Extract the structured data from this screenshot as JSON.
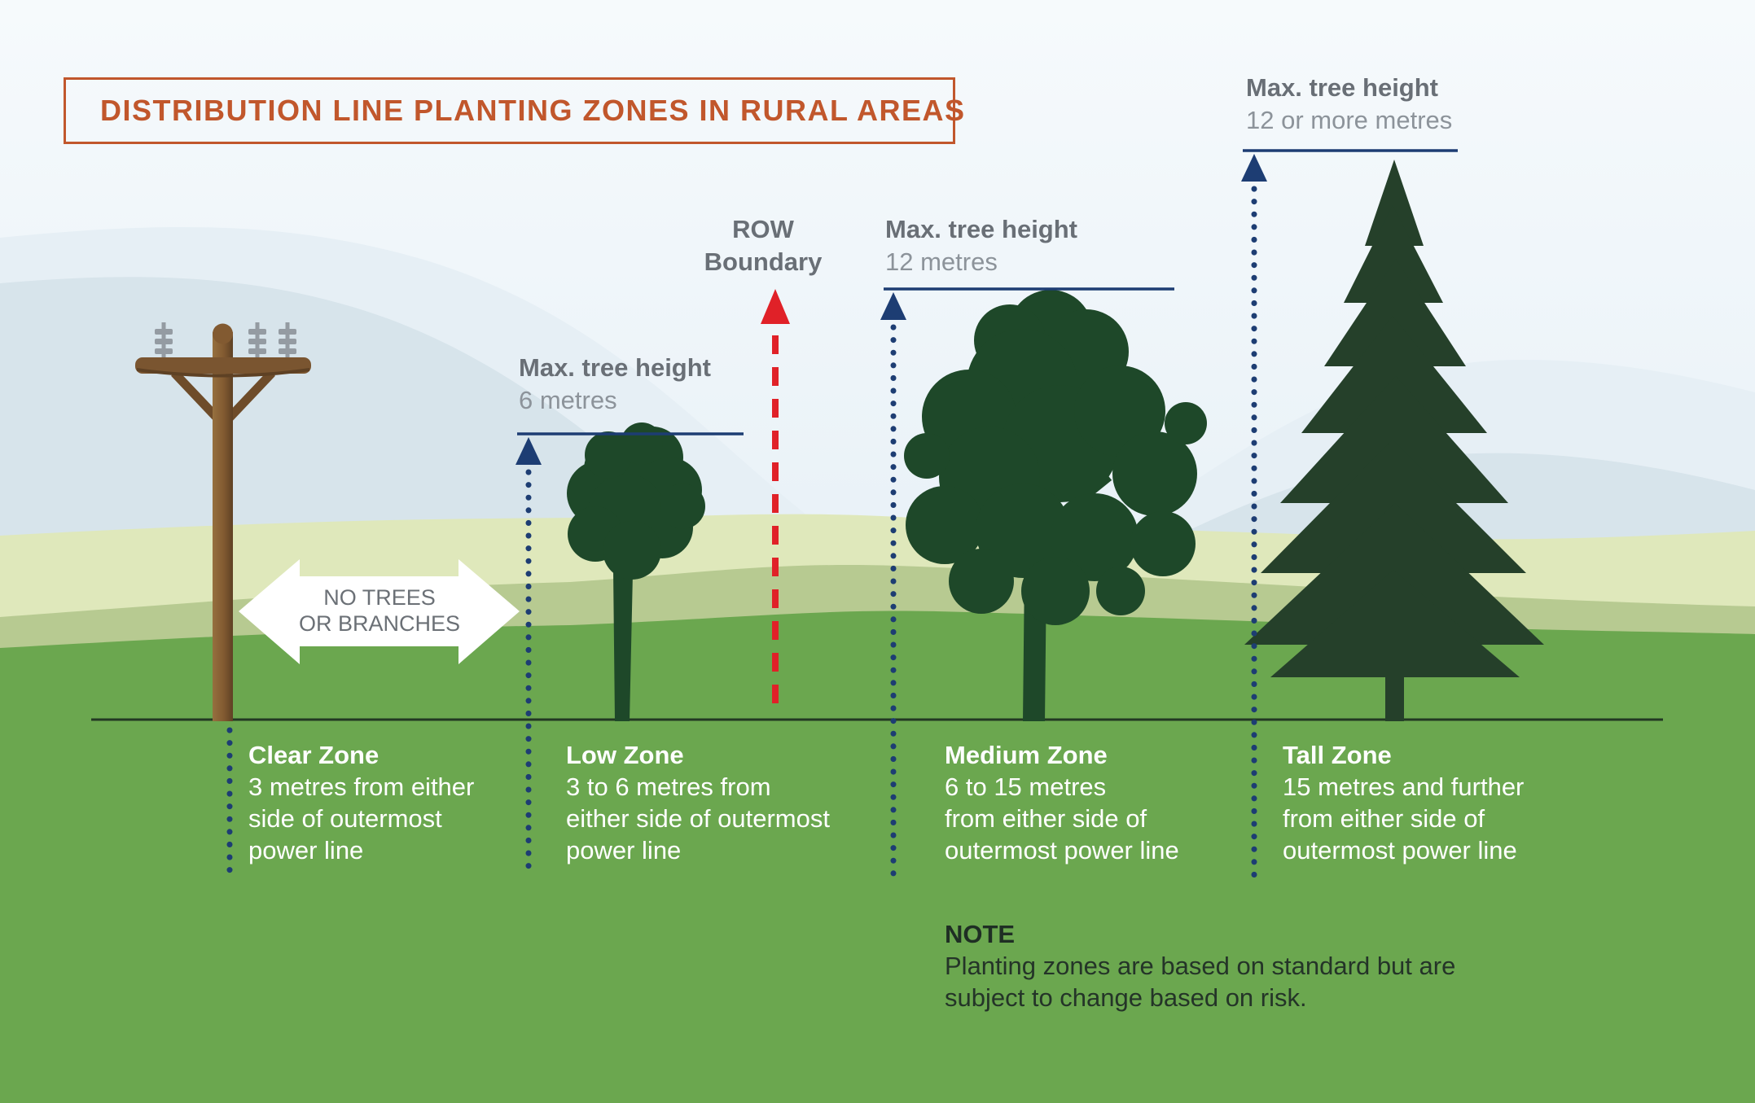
{
  "title": "DISTRIBUTION LINE PLANTING ZONES IN RURAL AREAS",
  "clearance_arrow": {
    "line1": "NO TREES",
    "line2": "OR BRANCHES"
  },
  "row_boundary": {
    "line1": "ROW",
    "line2": "Boundary"
  },
  "height_markers": [
    {
      "label": "Max. tree height",
      "value": "6 metres"
    },
    {
      "label": "Max. tree height",
      "value": "12 metres"
    },
    {
      "label": "Max. tree height",
      "value": "12 or more metres"
    }
  ],
  "zones": [
    {
      "name": "Clear Zone",
      "lines": [
        "3 metres from either",
        "side of outermost",
        "power line"
      ]
    },
    {
      "name": "Low Zone",
      "lines": [
        "3 to 6 metres from",
        "either side of outermost",
        "power line"
      ]
    },
    {
      "name": "Medium Zone",
      "lines": [
        "6 to 15 metres",
        "from either side of",
        "outermost power line"
      ]
    },
    {
      "name": "Tall Zone",
      "lines": [
        "15 metres and further",
        "from either side of",
        "outermost power line"
      ]
    }
  ],
  "note": {
    "heading": "NOTE",
    "lines": [
      "Planting zones are based on standard but are",
      "subject to change based on risk."
    ]
  },
  "colors": {
    "title_orange": "#c1572c",
    "sky_top": "#f5f9fc",
    "sky_bottom": "#ddeaf3",
    "hill_light": "#e4eef4",
    "hill_mid": "#d7e4eb",
    "band_yellow_green": "#dfe8bb",
    "band_olive": "#b7ca91",
    "ground_green": "#6ba74f",
    "ground_line": "#233823",
    "tree_green": "#1e4829",
    "pine_green": "#25402a",
    "pole_brown": "#8a6137",
    "pole_dark": "#5e4124",
    "insulator_gray": "#949ba2",
    "navy_blue": "#1d3d73",
    "row_red": "#e02128",
    "label_gray_bold": "#696f76",
    "label_gray_light": "#8c939a",
    "zone_text": "#ffffff"
  }
}
